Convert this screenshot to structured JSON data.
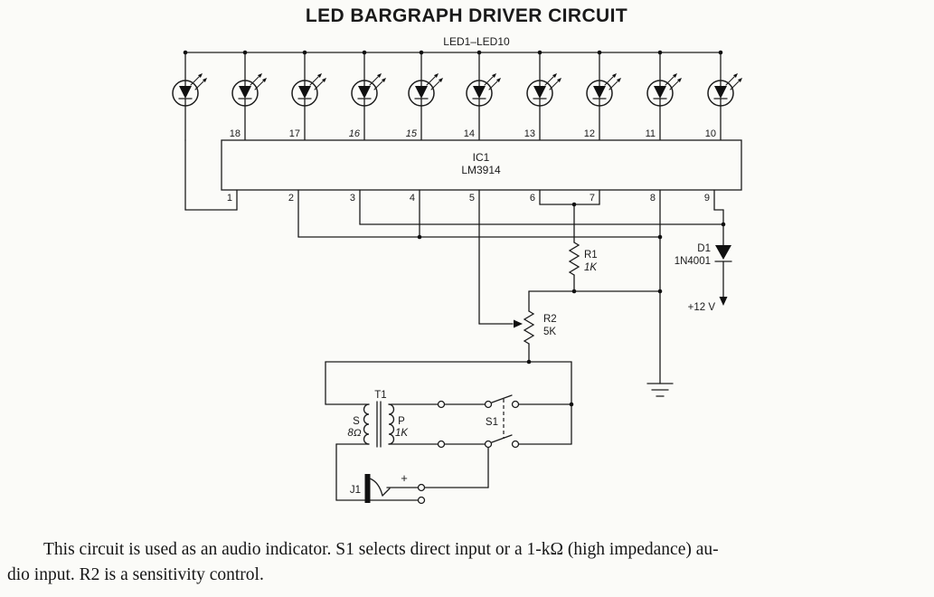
{
  "title": "LED BARGRAPH DRIVER CIRCUIT",
  "leds": {
    "label": "LED1–LED10"
  },
  "ic": {
    "name": "IC1",
    "part": "LM3914",
    "top_pins": [
      "18",
      "17",
      "16",
      "15",
      "14",
      "13",
      "12",
      "11",
      "10"
    ],
    "bottom_pins": [
      "1",
      "2",
      "3",
      "4",
      "5",
      "6",
      "7",
      "8",
      "9"
    ]
  },
  "components": {
    "r1": {
      "ref": "R1",
      "value": "1K"
    },
    "r2": {
      "ref": "R2",
      "value": "5K"
    },
    "d1": {
      "ref": "D1",
      "value": "1N4001"
    },
    "supply": {
      "label": "+12 V"
    },
    "t1": {
      "ref": "T1",
      "secondary_label": "S",
      "secondary_value": "8Ω",
      "primary_label": "P",
      "primary_value": "1K"
    },
    "s1": {
      "ref": "S1"
    },
    "j1": {
      "ref": "J1",
      "plus": "+"
    }
  },
  "caption": {
    "line1": "This circuit is used as an audio indicator. S1 selects direct input or a 1-kΩ (high impedance) au-",
    "line2": "dio input. R2 is a sensitivity control."
  }
}
